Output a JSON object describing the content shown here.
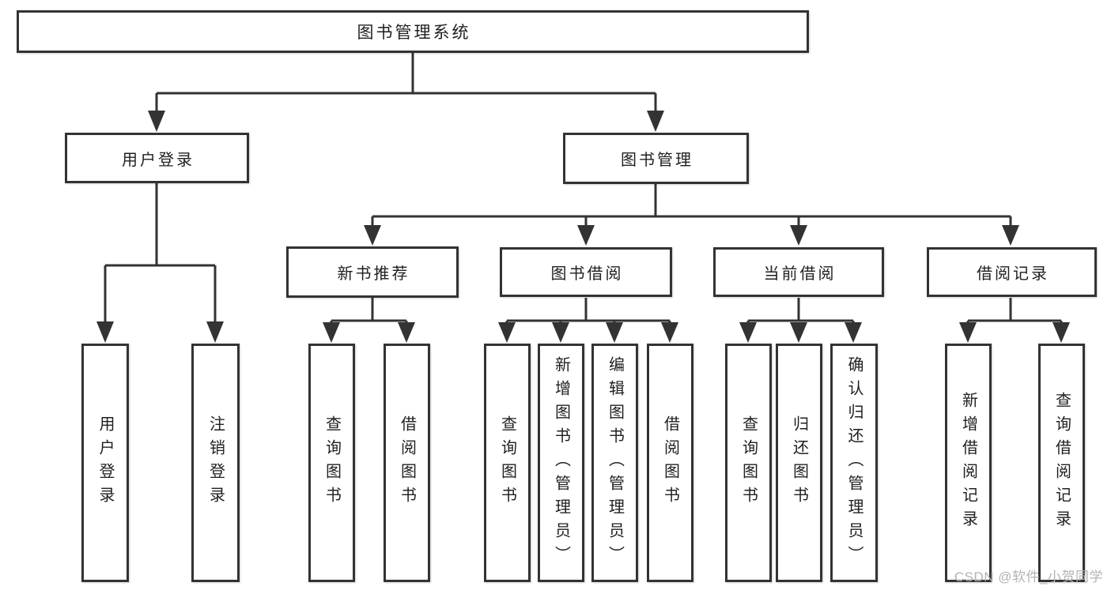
{
  "nodes": {
    "root": "图书管理系统",
    "level2": [
      "用户登录",
      "图书管理"
    ],
    "level3": [
      "新书推荐",
      "图书借阅",
      "当前借阅",
      "借阅记录"
    ],
    "leaves_user_login": [
      "用户登录",
      "注销登录"
    ],
    "leaves_new_book": [
      "查询图书",
      "借阅图书"
    ],
    "leaves_book_borrow": [
      "查询图书",
      "新增图书（管理员）",
      "编辑图书（管理员）",
      "借阅图书"
    ],
    "leaves_current_borrow": [
      "查询图书",
      "归还图书",
      "确认归还（管理员）"
    ],
    "leaves_borrow_records": [
      "新增借阅记录",
      "查询借阅记录"
    ]
  },
  "watermark": "CSDN @软件_小贺同学",
  "colors": {
    "line": "#333333",
    "text": "#1f1f1f",
    "watermark": "#b3b3b3",
    "bg": "#ffffff"
  }
}
